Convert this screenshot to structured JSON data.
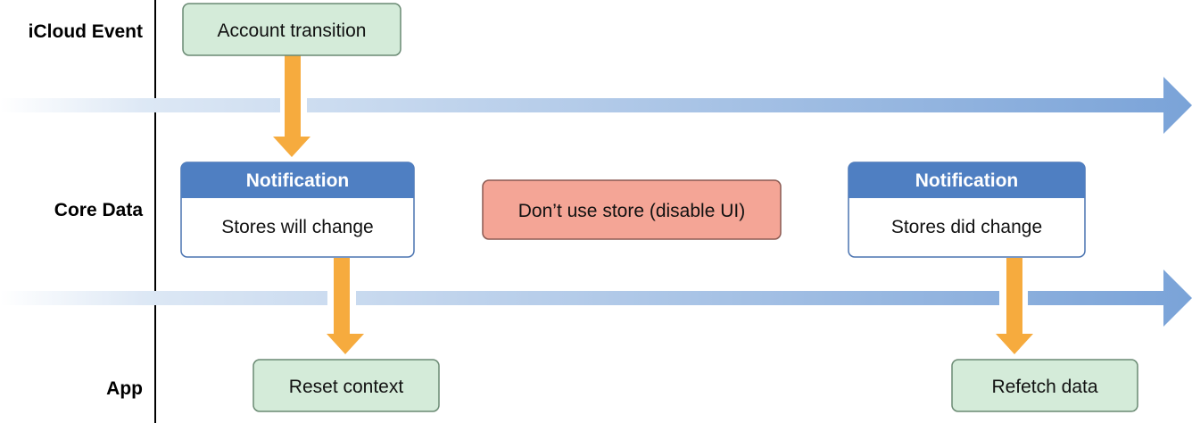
{
  "lanes": {
    "icloud": "iCloud Event",
    "core_data": "Core Data",
    "app": "App"
  },
  "events": {
    "account_transition": "Account transition",
    "dont_use_store": "Don’t use store (disable UI)",
    "reset_context": "Reset context",
    "refetch_data": "Refetch data"
  },
  "notifications": {
    "will_change": {
      "header": "Notification",
      "body": "Stores will change"
    },
    "did_change": {
      "header": "Notification",
      "body": "Stores did change"
    }
  },
  "colors": {
    "green_box": "#d4ebd9",
    "green_border": "#6a8a73",
    "blue_header": "#4f7fc2",
    "blue_border": "#4a73b0",
    "salmon_box": "#f4a596",
    "salmon_border": "#8a5a52",
    "orange_arrow": "#f6ab3e",
    "timeline_blue": "#7fa6d9"
  }
}
